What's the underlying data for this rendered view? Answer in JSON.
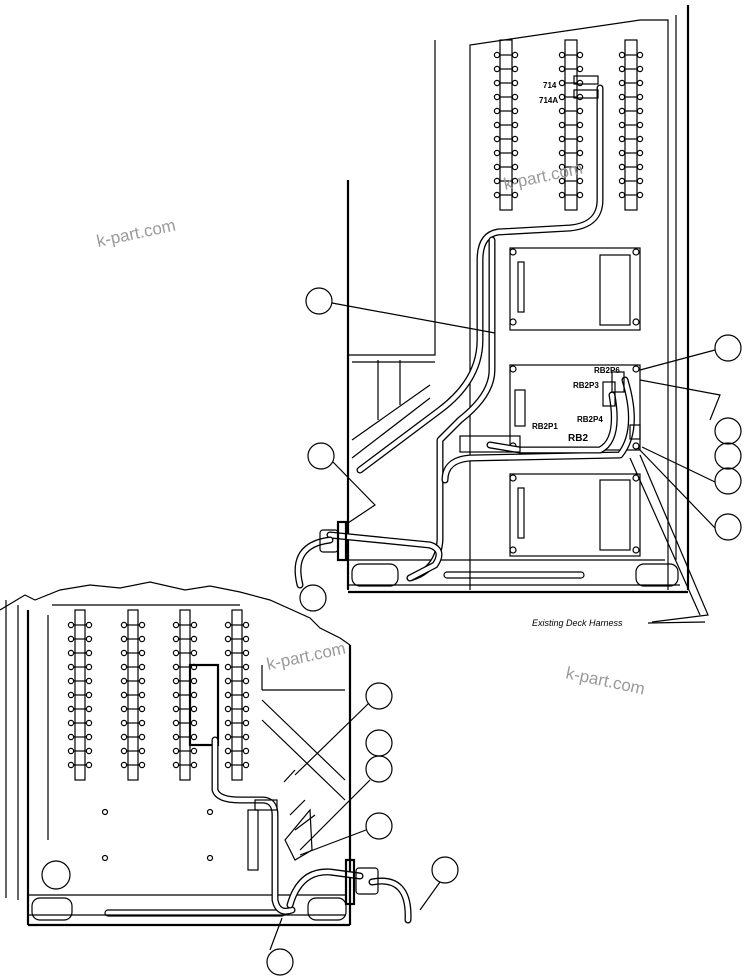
{
  "upper_view": {
    "labels": {
      "terminal_714": "714",
      "terminal_714a": "714A",
      "rb2p6": "RB2P6",
      "rb2p3": "RB2P3",
      "rb2p4": "RB2P4",
      "rb2p1": "RB2P1",
      "rb2": "RB2"
    },
    "harness_note": "Existing Deck Harness"
  },
  "watermarks": [
    "k-part.com",
    "k-part.com",
    "k-part.com",
    "k-part.com"
  ],
  "colors": {
    "line": "#000000",
    "watermark": "#9a9a9a",
    "background": "#ffffff"
  }
}
